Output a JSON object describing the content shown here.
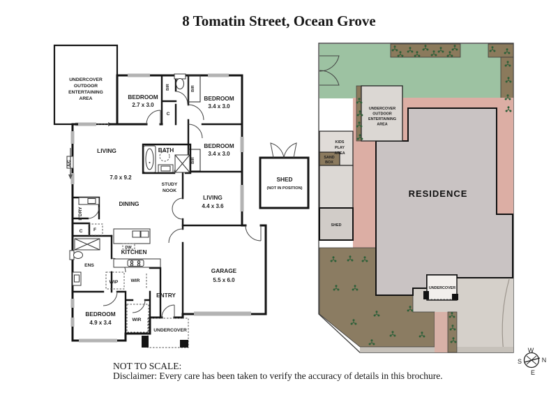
{
  "title": "8 Tomatin Street, Ocean Grove",
  "floorplan": {
    "outdoor_area": {
      "l1": "UNDERCOVER",
      "l2": "OUTDOOR",
      "l3": "ENTERTAINING",
      "l4": "AREA"
    },
    "bedroom1": {
      "name": "BEDROOM",
      "dims": "2.7 x 3.0"
    },
    "bedroom2": {
      "name": "BEDROOM",
      "dims": "3.4 x 3.0"
    },
    "bedroom3": {
      "name": "BEDROOM",
      "dims": "3.4 x 3.0"
    },
    "bedroom_master": {
      "name": "BEDROOM",
      "dims": "4.9 x 3.4"
    },
    "living_open": {
      "name": "LIVING",
      "dims": "7.0 x 9.2"
    },
    "living2": {
      "name": "LIVING",
      "dims": "4.4 x 3.6"
    },
    "garage": {
      "name": "GARAGE",
      "dims": "5.5 x 6.0"
    },
    "bath": "BATH",
    "study": "STUDY",
    "nook": "NOOK",
    "dining": "DINING",
    "kitchen": "KITCHEN",
    "laundry": "L'DRY",
    "ensuite": "ENS",
    "wip": "WIP",
    "wir1": "WIR",
    "wir2": "WIR",
    "bir1": "BIR",
    "bir2": "BIR",
    "bir3": "BIR",
    "c1": "C",
    "c2": "C",
    "fridge": "F",
    "dw": "DW",
    "ac": "A/C",
    "entry": "ENTRY",
    "undercover": "UNDERCOVER",
    "shed": {
      "name": "SHED",
      "note": "(NOT IN POSITION)"
    }
  },
  "siteplan": {
    "outdoor_area": {
      "l1": "UNDERCOVER",
      "l2": "OUTDOOR",
      "l3": "ENTERTAINING",
      "l4": "AREA"
    },
    "kids_play": {
      "l1": "KIDS",
      "l2": "PLAY",
      "l3": "AREA"
    },
    "sandbox": {
      "l1": "SAND",
      "l2": "BOX"
    },
    "shed": "SHED",
    "residence": "RESIDENCE",
    "undercover": "UNDERCOVER",
    "colors": {
      "grass": "#9dc2a2",
      "paving": "#dcaea4",
      "residence": "#c9c3c3",
      "garden": "#8b7c62",
      "planting_strip": "#8b7a5c",
      "box_fill": "#dedad6",
      "driveway": "#d5d0ca",
      "plant": "#2d5f38"
    }
  },
  "compass": {
    "n": "N",
    "s": "S",
    "e": "E",
    "w": "W"
  },
  "footer": {
    "scale_note": "NOT TO SCALE:",
    "disclaimer": "Disclaimer: Every care has been taken to verify the accuracy of details in this brochure."
  }
}
